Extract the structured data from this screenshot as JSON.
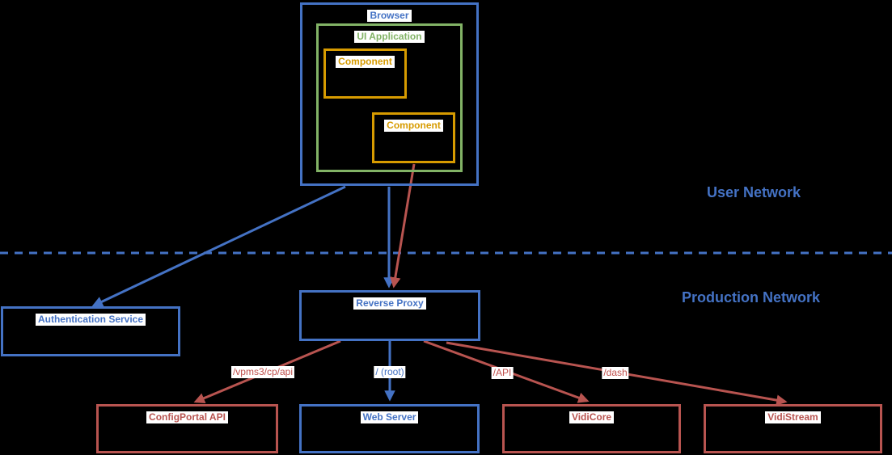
{
  "colors": {
    "background": "#000000",
    "blue": "#4472C4",
    "green": "#82B366",
    "orange": "#D79B00",
    "red": "#B85450",
    "edge_label_red": "#C0504D",
    "label_background": "#FFFFFF"
  },
  "zones": {
    "user": {
      "label": "User Network"
    },
    "production": {
      "label": "Production Network"
    }
  },
  "nodes": {
    "browser": {
      "label": "Browser"
    },
    "ui_application": {
      "label": "UI Application"
    },
    "component_top": {
      "label": "Component"
    },
    "component_bottom": {
      "label": "Component"
    },
    "authentication_service": {
      "label": "Authentication Service"
    },
    "reverse_proxy": {
      "label": "Reverse Proxy"
    },
    "configportal_api": {
      "label": "ConfigPortal API"
    },
    "web_server": {
      "label": "Web Server"
    },
    "vidicore": {
      "label": "VidiCore"
    },
    "vidistream": {
      "label": "VidiStream"
    }
  },
  "edges": {
    "to_configportal": {
      "label": "/vpms3/cp/api"
    },
    "to_web_server": {
      "label": "/ (root)"
    },
    "to_vidicore": {
      "label": "/API"
    },
    "to_vidistream": {
      "label": "/dash"
    }
  }
}
